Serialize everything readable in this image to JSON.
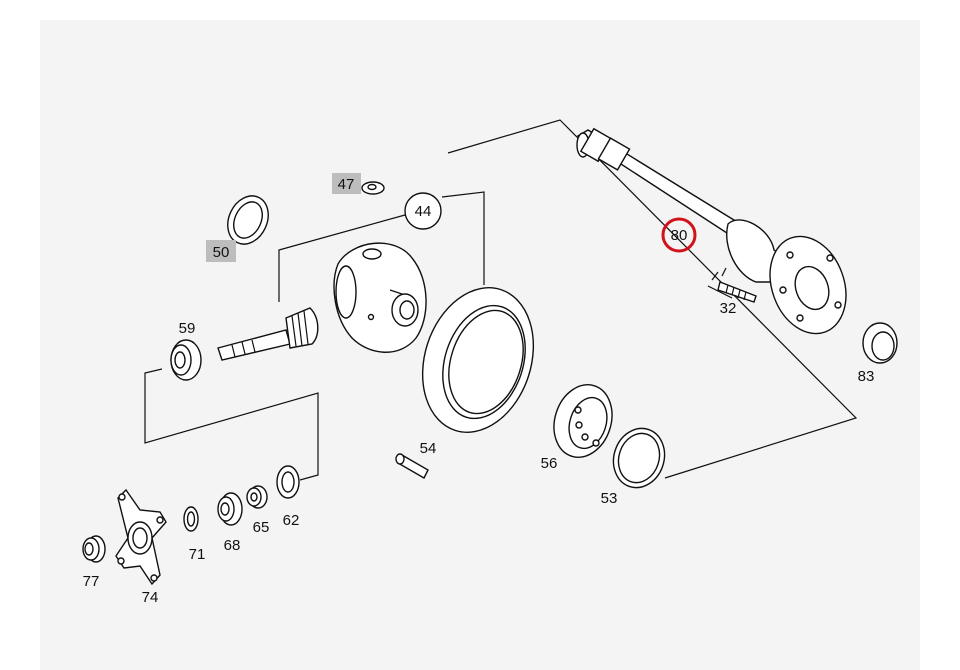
{
  "diagram": {
    "labels": {
      "p47": "47",
      "p50": "50",
      "p44": "44",
      "p59": "59",
      "p80": "80",
      "p32": "32",
      "p83": "83",
      "p54": "54",
      "p56": "56",
      "p53": "53",
      "p71": "71",
      "p68": "68",
      "p65": "65",
      "p62": "62",
      "p77": "77",
      "p74": "74"
    },
    "shaded_labels": [
      "47",
      "50"
    ],
    "highlighted_label": "80",
    "highlight_color": "#d0121b",
    "shade_color": "#bdbdbd"
  }
}
